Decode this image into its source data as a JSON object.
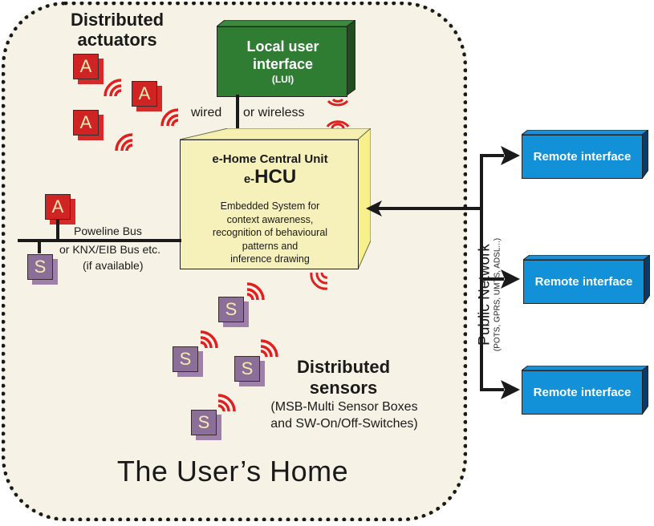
{
  "diagram": {
    "home_label": "The User’s Home",
    "actuators": {
      "title_line1": "Distributed",
      "title_line2": "actuators",
      "tile_letter": "A"
    },
    "sensors": {
      "title_line1": "Distributed",
      "title_line2": "sensors",
      "desc_line1": "(MSB-Multi Sensor Boxes",
      "desc_line2": "and SW-On/Off-Switches)",
      "tile_letter": "S"
    },
    "lui": {
      "line1": "Local user",
      "line2": "interface",
      "abbr": "(LUI)",
      "connection_wired": "wired",
      "connection_wireless": "or wireless"
    },
    "hcu": {
      "title": "e-Home Central Unit",
      "name_prefix": "e-",
      "name_main": "HCU",
      "desc_lines": [
        "Embedded System for",
        "context awareness,",
        "recognition of behavioural",
        "patterns and",
        "inference drawing"
      ]
    },
    "bus": {
      "line1": "Poweline Bus",
      "line2": "or KNX/EIB Bus etc.",
      "line3": "(if available)"
    },
    "network": {
      "title": "Public Network",
      "subtitle": "(POTS, GPRS, UMTS, ADSL...)"
    },
    "remote_interfaces": [
      {
        "label": "Remote interface"
      },
      {
        "label": "Remote interface"
      },
      {
        "label": "Remote interface"
      }
    ],
    "colors": {
      "home_bg": "#f6f3e6",
      "lui_green": "#2e7d32",
      "hcu_yellow": "#f6f0b8",
      "remote_blue": "#1290d8",
      "actuator_red": "#d02424",
      "sensor_purple": "#8c6f98",
      "wireless_red": "#e02020"
    }
  }
}
